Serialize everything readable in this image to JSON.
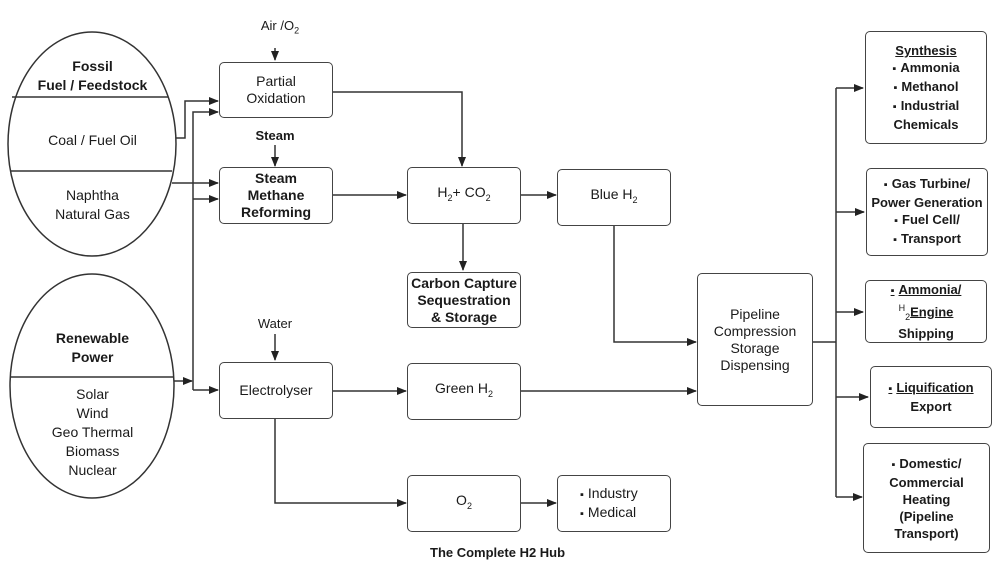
{
  "title": "The Complete H2 Hub",
  "sources": {
    "fossil": {
      "heading": [
        "Fossil",
        "Fuel / Feedstock"
      ],
      "coal": "Coal / Fuel Oil",
      "gas": [
        "Naphtha",
        "Natural Gas"
      ]
    },
    "renewable": {
      "heading": [
        "Renewable",
        "Power"
      ],
      "items": [
        "Solar",
        "Wind",
        "Geo Thermal",
        "Biomass",
        "Nuclear"
      ]
    }
  },
  "inputs": {
    "air": "Air /O",
    "air_sub": "2",
    "steam": "Steam",
    "water": "Water"
  },
  "processes": {
    "partial_oxidation": [
      "Partial",
      "Oxidation"
    ],
    "smr": [
      "Steam",
      "Methane",
      "Reforming"
    ],
    "electrolyser": "Electrolyser",
    "h2_co2": {
      "a": "H",
      "a_sub": "2",
      "b": "+ CO",
      "b_sub": "2"
    },
    "ccs": [
      "Carbon Capture",
      "Sequestration",
      "& Storage"
    ],
    "blue_h2": {
      "text": "Blue H",
      "sub": "2"
    },
    "green_h2": {
      "text": "Green H",
      "sub": "2"
    },
    "o2": {
      "text": "O",
      "sub": "2"
    },
    "o2_uses": [
      "Industry",
      "Medical"
    ],
    "hub": [
      "Pipeline",
      "Compression",
      "Storage",
      "Dispensing"
    ]
  },
  "end_uses": {
    "synthesis": {
      "heading": "Synthesis",
      "items": [
        "Ammonia",
        "Methanol",
        "Industrial"
      ],
      "tail": "Chemicals"
    },
    "power": {
      "lines": [
        "Gas Turbine/",
        "Power Generation",
        "Fuel Cell/",
        "Transport"
      ]
    },
    "shipping": {
      "line1": "Ammonia/",
      "h2": "H",
      "h2_sub": "2",
      "engine": "Engine",
      "line3": "Shipping"
    },
    "export": {
      "line1": "Liquification",
      "line2": "Export"
    },
    "heating": {
      "lines": [
        "Domestic/",
        "Commercial",
        "Heating",
        "(Pipeline",
        "Transport)"
      ]
    }
  }
}
